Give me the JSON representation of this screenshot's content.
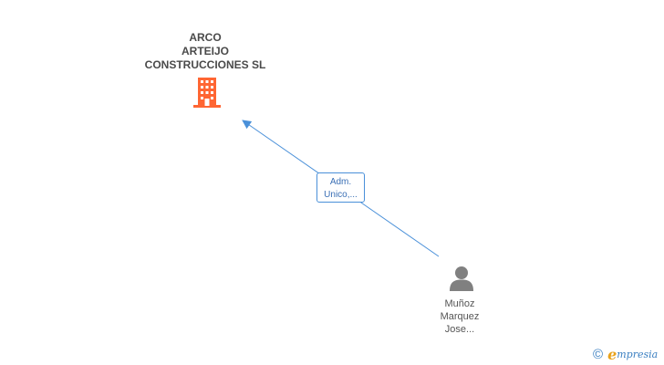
{
  "company": {
    "name_lines": [
      "ARCO",
      "ARTEIJO",
      "CONSTRUCCIONES SL"
    ],
    "icon": "building-icon",
    "color": "#ff6633"
  },
  "relation": {
    "label_lines": [
      "Adm.",
      "Unico,..."
    ],
    "color": "#4a90d9"
  },
  "person": {
    "name_lines": [
      "Muñoz",
      "Marquez",
      "Jose..."
    ],
    "icon": "person-icon",
    "color": "#808080"
  },
  "footer": {
    "copyright_symbol": "©",
    "brand_initial": "e",
    "brand_rest": "mpresia"
  }
}
